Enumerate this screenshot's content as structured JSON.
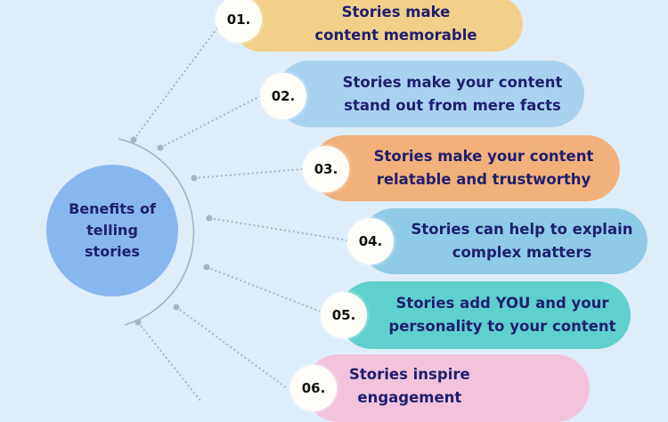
{
  "hub": {
    "label": "Benefits of telling stories",
    "color": "#88b6ef"
  },
  "colors": {
    "background": "#deedfa",
    "text": "#1e1f6e",
    "connector": "#9fb5c9"
  },
  "items": [
    {
      "number": "01.",
      "text": "Stories make\ncontent memorable",
      "color": "#f2d08a"
    },
    {
      "number": "02.",
      "text": "Stories make your content\nstand out from mere facts",
      "color": "#a9d2f1"
    },
    {
      "number": "03.",
      "text": "Stories make your content\nrelatable and trustworthy",
      "color": "#f2b07a"
    },
    {
      "number": "04.",
      "text": "Stories can help to explain\ncomplex matters",
      "color": "#8fcbe6"
    },
    {
      "number": "05.",
      "text": "Stories add YOU and your\npersonality to your content",
      "color": "#5fd0ce"
    },
    {
      "number": "06.",
      "text": "Stories inspire\nengagement",
      "color": "#f3c3dc"
    }
  ]
}
